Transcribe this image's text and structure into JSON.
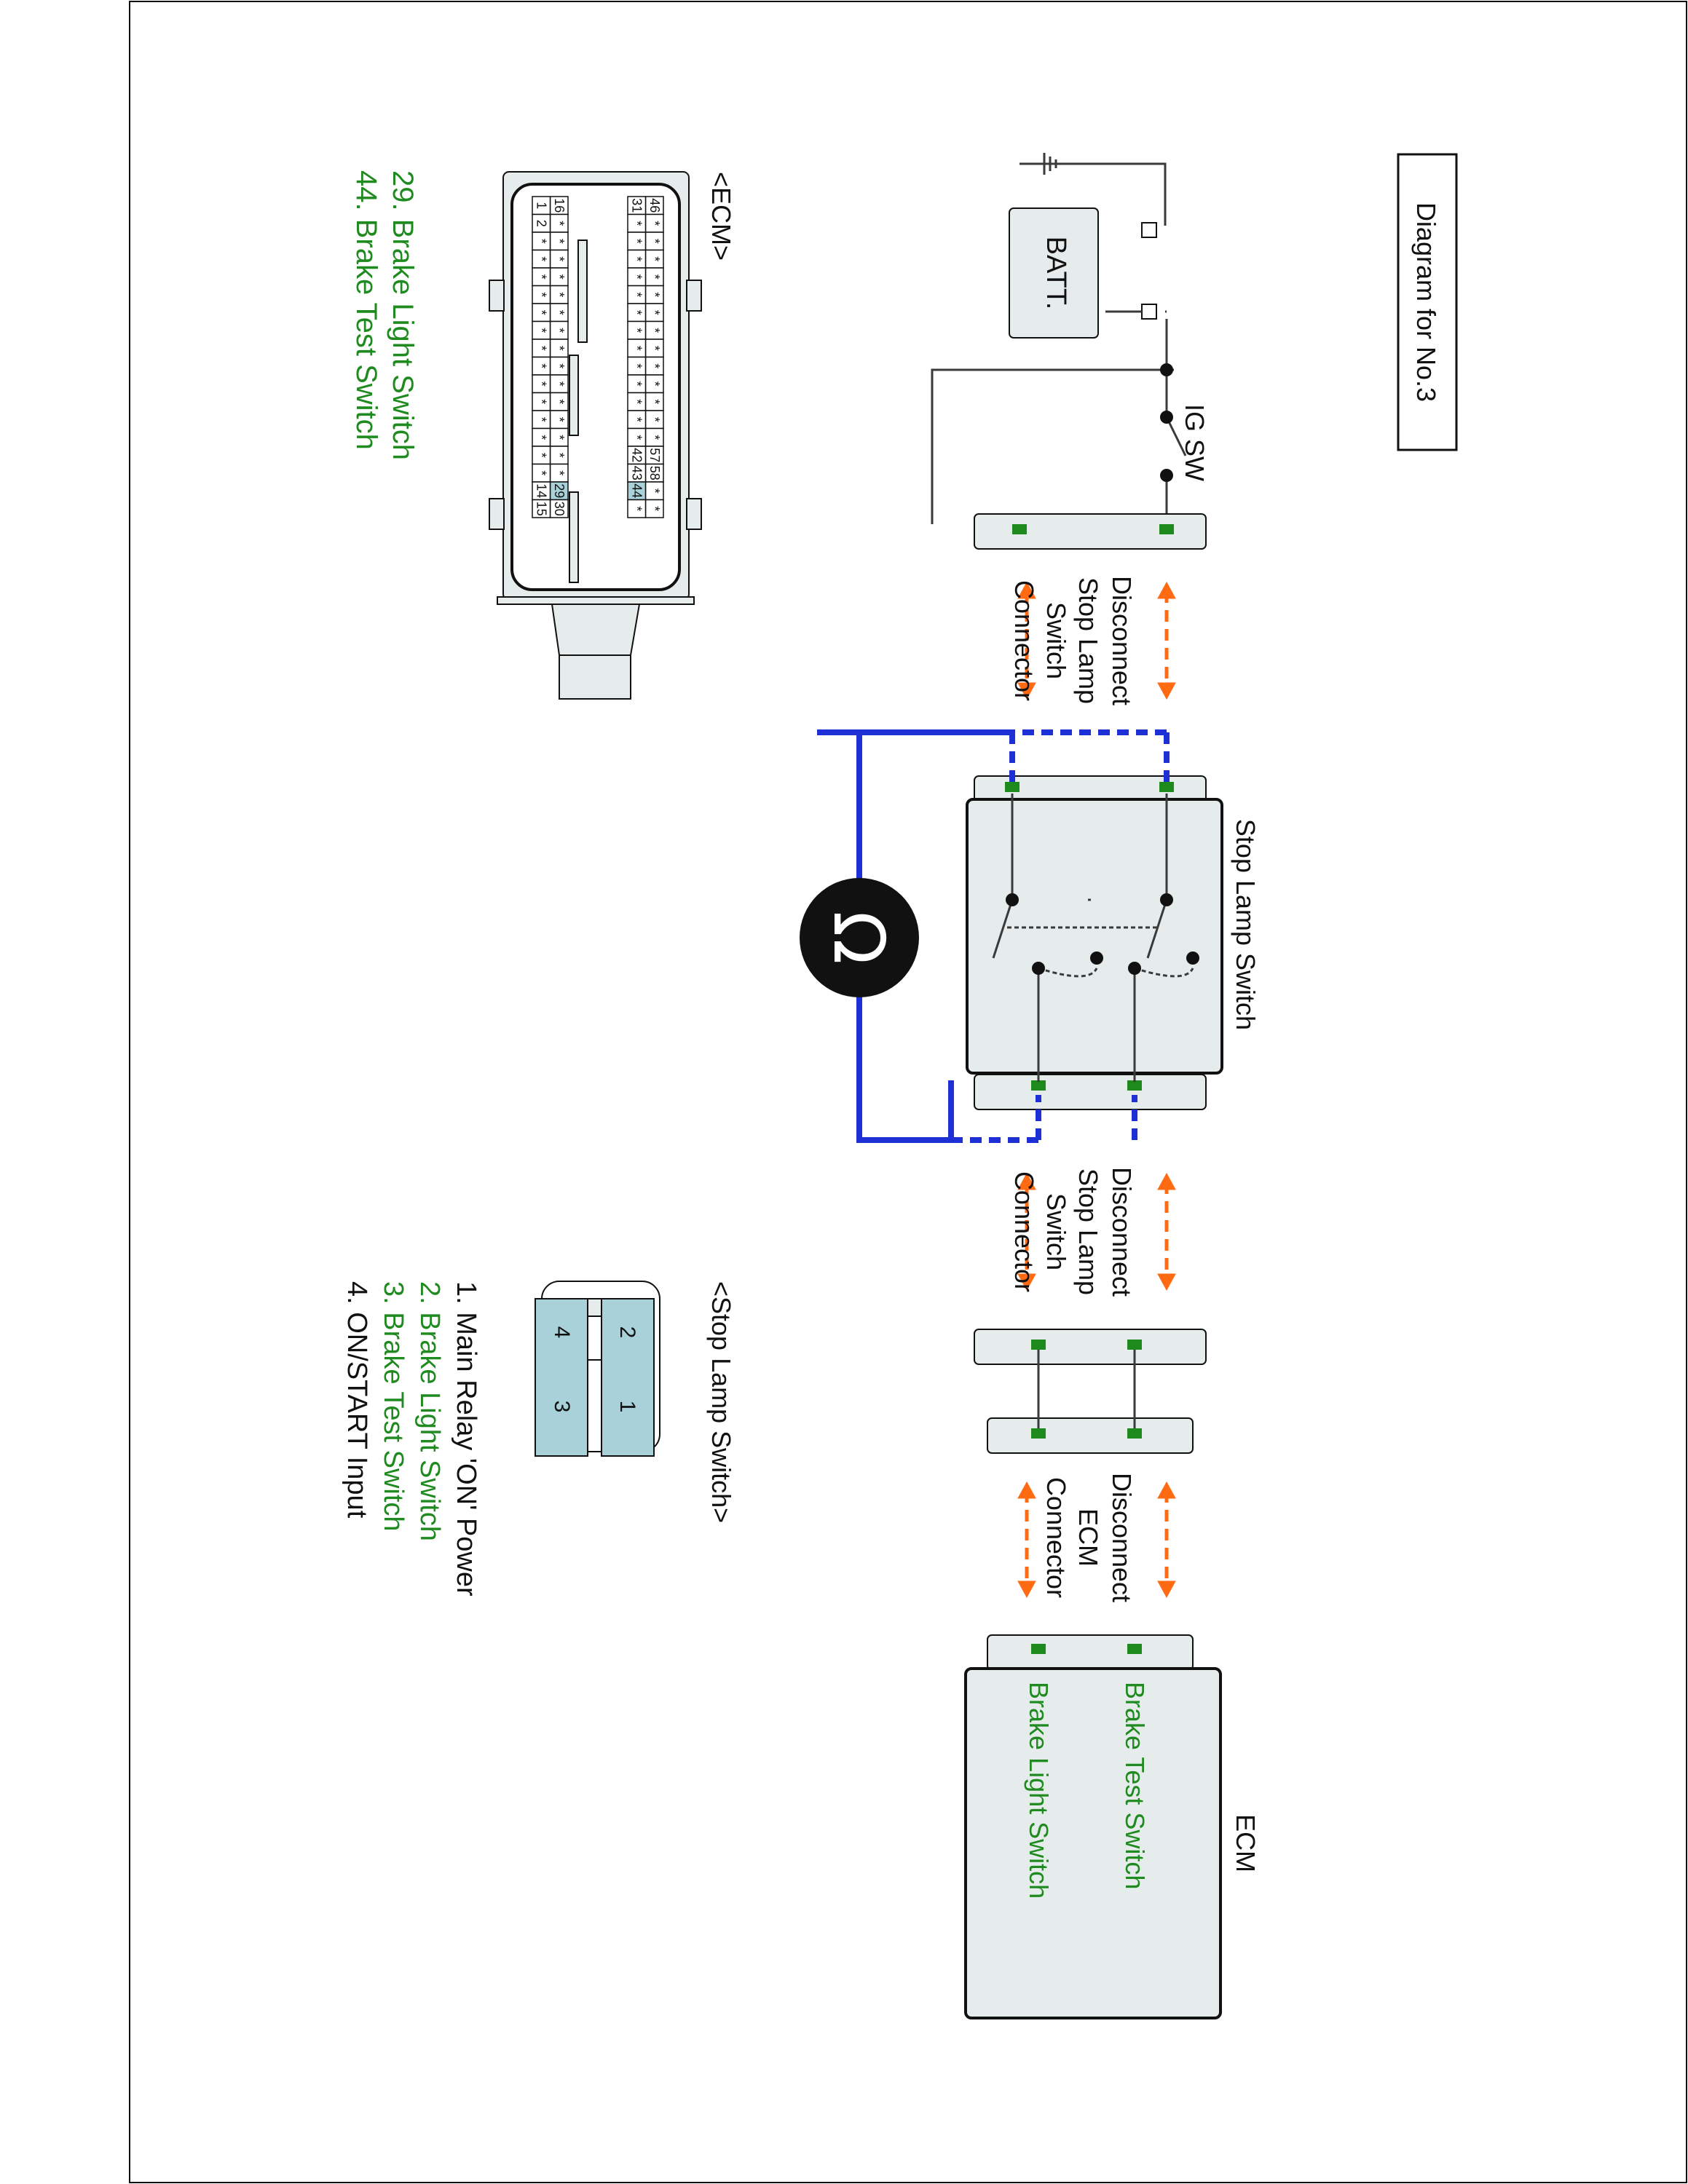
{
  "title": "Diagram for No.3",
  "colors": {
    "wire": "#3a3a3a",
    "measure_wire": "#1e2fd6",
    "terminal": "#1e8a1e",
    "arrow": "#ff6a13",
    "component_fill": "#e6ecec",
    "pin_highlight": "#a9d1da",
    "label_green": "#1f8a1f"
  },
  "circuit": {
    "battery_label": "BATT.",
    "ig_switch_label": "IG SW",
    "stop_lamp_switch_label": "Stop Lamp Switch",
    "ecm_label": "ECM",
    "ecm_pin_labels": [
      "Brake Test Switch",
      "Brake Light Switch"
    ],
    "disconnect_labels": [
      [
        "Disconnect",
        "Stop Lamp",
        "Switch",
        "Connector"
      ],
      [
        "Disconnect",
        "Stop Lamp",
        "Switch",
        "Connector"
      ],
      [
        "Disconnect",
        "ECM",
        "Connector"
      ]
    ],
    "meter_icon": "ohmmeter-icon"
  },
  "ecm_connector": {
    "title": "<ECM>",
    "legend": [
      "29. Brake Light Switch",
      "44. Brake Test Switch"
    ],
    "top_block_rows": [
      [
        "46",
        "*",
        "*",
        "*",
        "*",
        "*",
        "*",
        "*",
        "*",
        "*",
        "*",
        "*",
        "*",
        "*",
        "57",
        "58",
        "*",
        "*"
      ],
      [
        "31",
        "*",
        "*",
        "*",
        "*",
        "*",
        "*",
        "*",
        "*",
        "*",
        "*",
        "*",
        "*",
        "*",
        "42",
        "43",
        "44",
        "*"
      ]
    ],
    "bottom_block_rows": [
      [
        "16",
        "*",
        "*",
        "*",
        "*",
        "*",
        "*",
        "*",
        "*",
        "*",
        "*",
        "*",
        "*",
        "*",
        "*",
        "*",
        "29",
        "30"
      ],
      [
        "1",
        "2",
        "*",
        "*",
        "*",
        "*",
        "*",
        "*",
        "*",
        "*",
        "*",
        "*",
        "*",
        "*",
        "*",
        "*",
        "14",
        "15"
      ]
    ],
    "highlight_pins": [
      "44",
      "29"
    ]
  },
  "stop_lamp_connector": {
    "title": "<Stop Lamp Switch>",
    "pins": [
      "2",
      "1",
      "4",
      "3"
    ],
    "legend": [
      "1. Main Relay 'ON' Power",
      "2. Brake Light Switch",
      "3. Brake Test Switch",
      "4. ON/START Input"
    ],
    "legend_green": [
      false,
      true,
      true,
      false
    ]
  }
}
